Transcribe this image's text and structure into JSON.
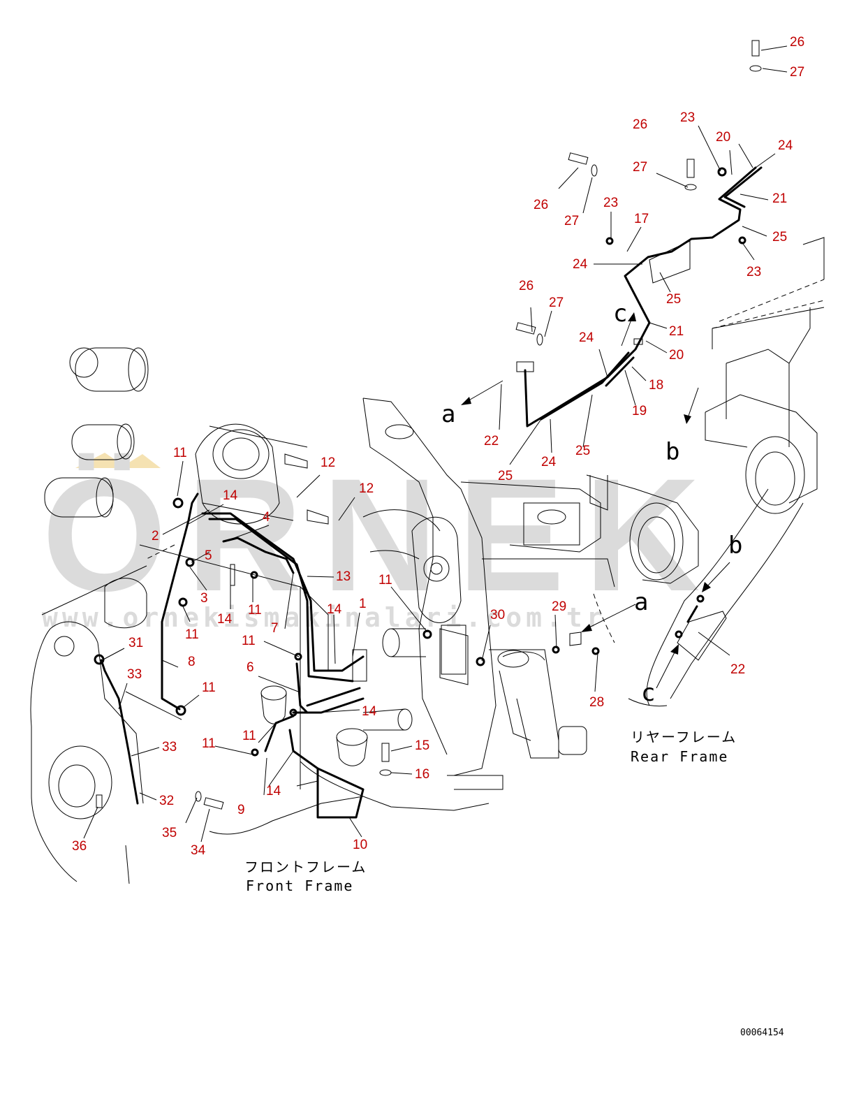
{
  "watermark": {
    "brand": "ÖRNEK",
    "url": "www.ornekismakinalari.com.tr"
  },
  "frames": {
    "front": {
      "japanese": "フロントフレーム",
      "english": "Front Frame"
    },
    "rear": {
      "japanese": "リヤーフレーム",
      "english": "Rear Frame"
    }
  },
  "view_markers": [
    "a",
    "b",
    "c",
    "a",
    "b",
    "c"
  ],
  "drawing_number": "00064154",
  "callouts": [
    "26",
    "27",
    "26",
    "23",
    "20",
    "24",
    "27",
    "21",
    "26",
    "23",
    "27",
    "17",
    "25",
    "24",
    "23",
    "25",
    "26",
    "27",
    "21",
    "24",
    "20",
    "18",
    "19",
    "22",
    "25",
    "25",
    "24",
    "11",
    "12",
    "14",
    "12",
    "2",
    "4",
    "5",
    "13",
    "3",
    "14",
    "11",
    "11",
    "11",
    "11",
    "1",
    "14",
    "7",
    "6",
    "8",
    "11",
    "14",
    "11",
    "11",
    "14",
    "9",
    "10",
    "15",
    "16",
    "31",
    "33",
    "33",
    "32",
    "35",
    "34",
    "36",
    "30",
    "29",
    "28",
    "22"
  ],
  "colors": {
    "callout": "#c00000",
    "line": "#000000",
    "watermark": "#cfcfcf",
    "watermark_accent": "#f2d999"
  }
}
